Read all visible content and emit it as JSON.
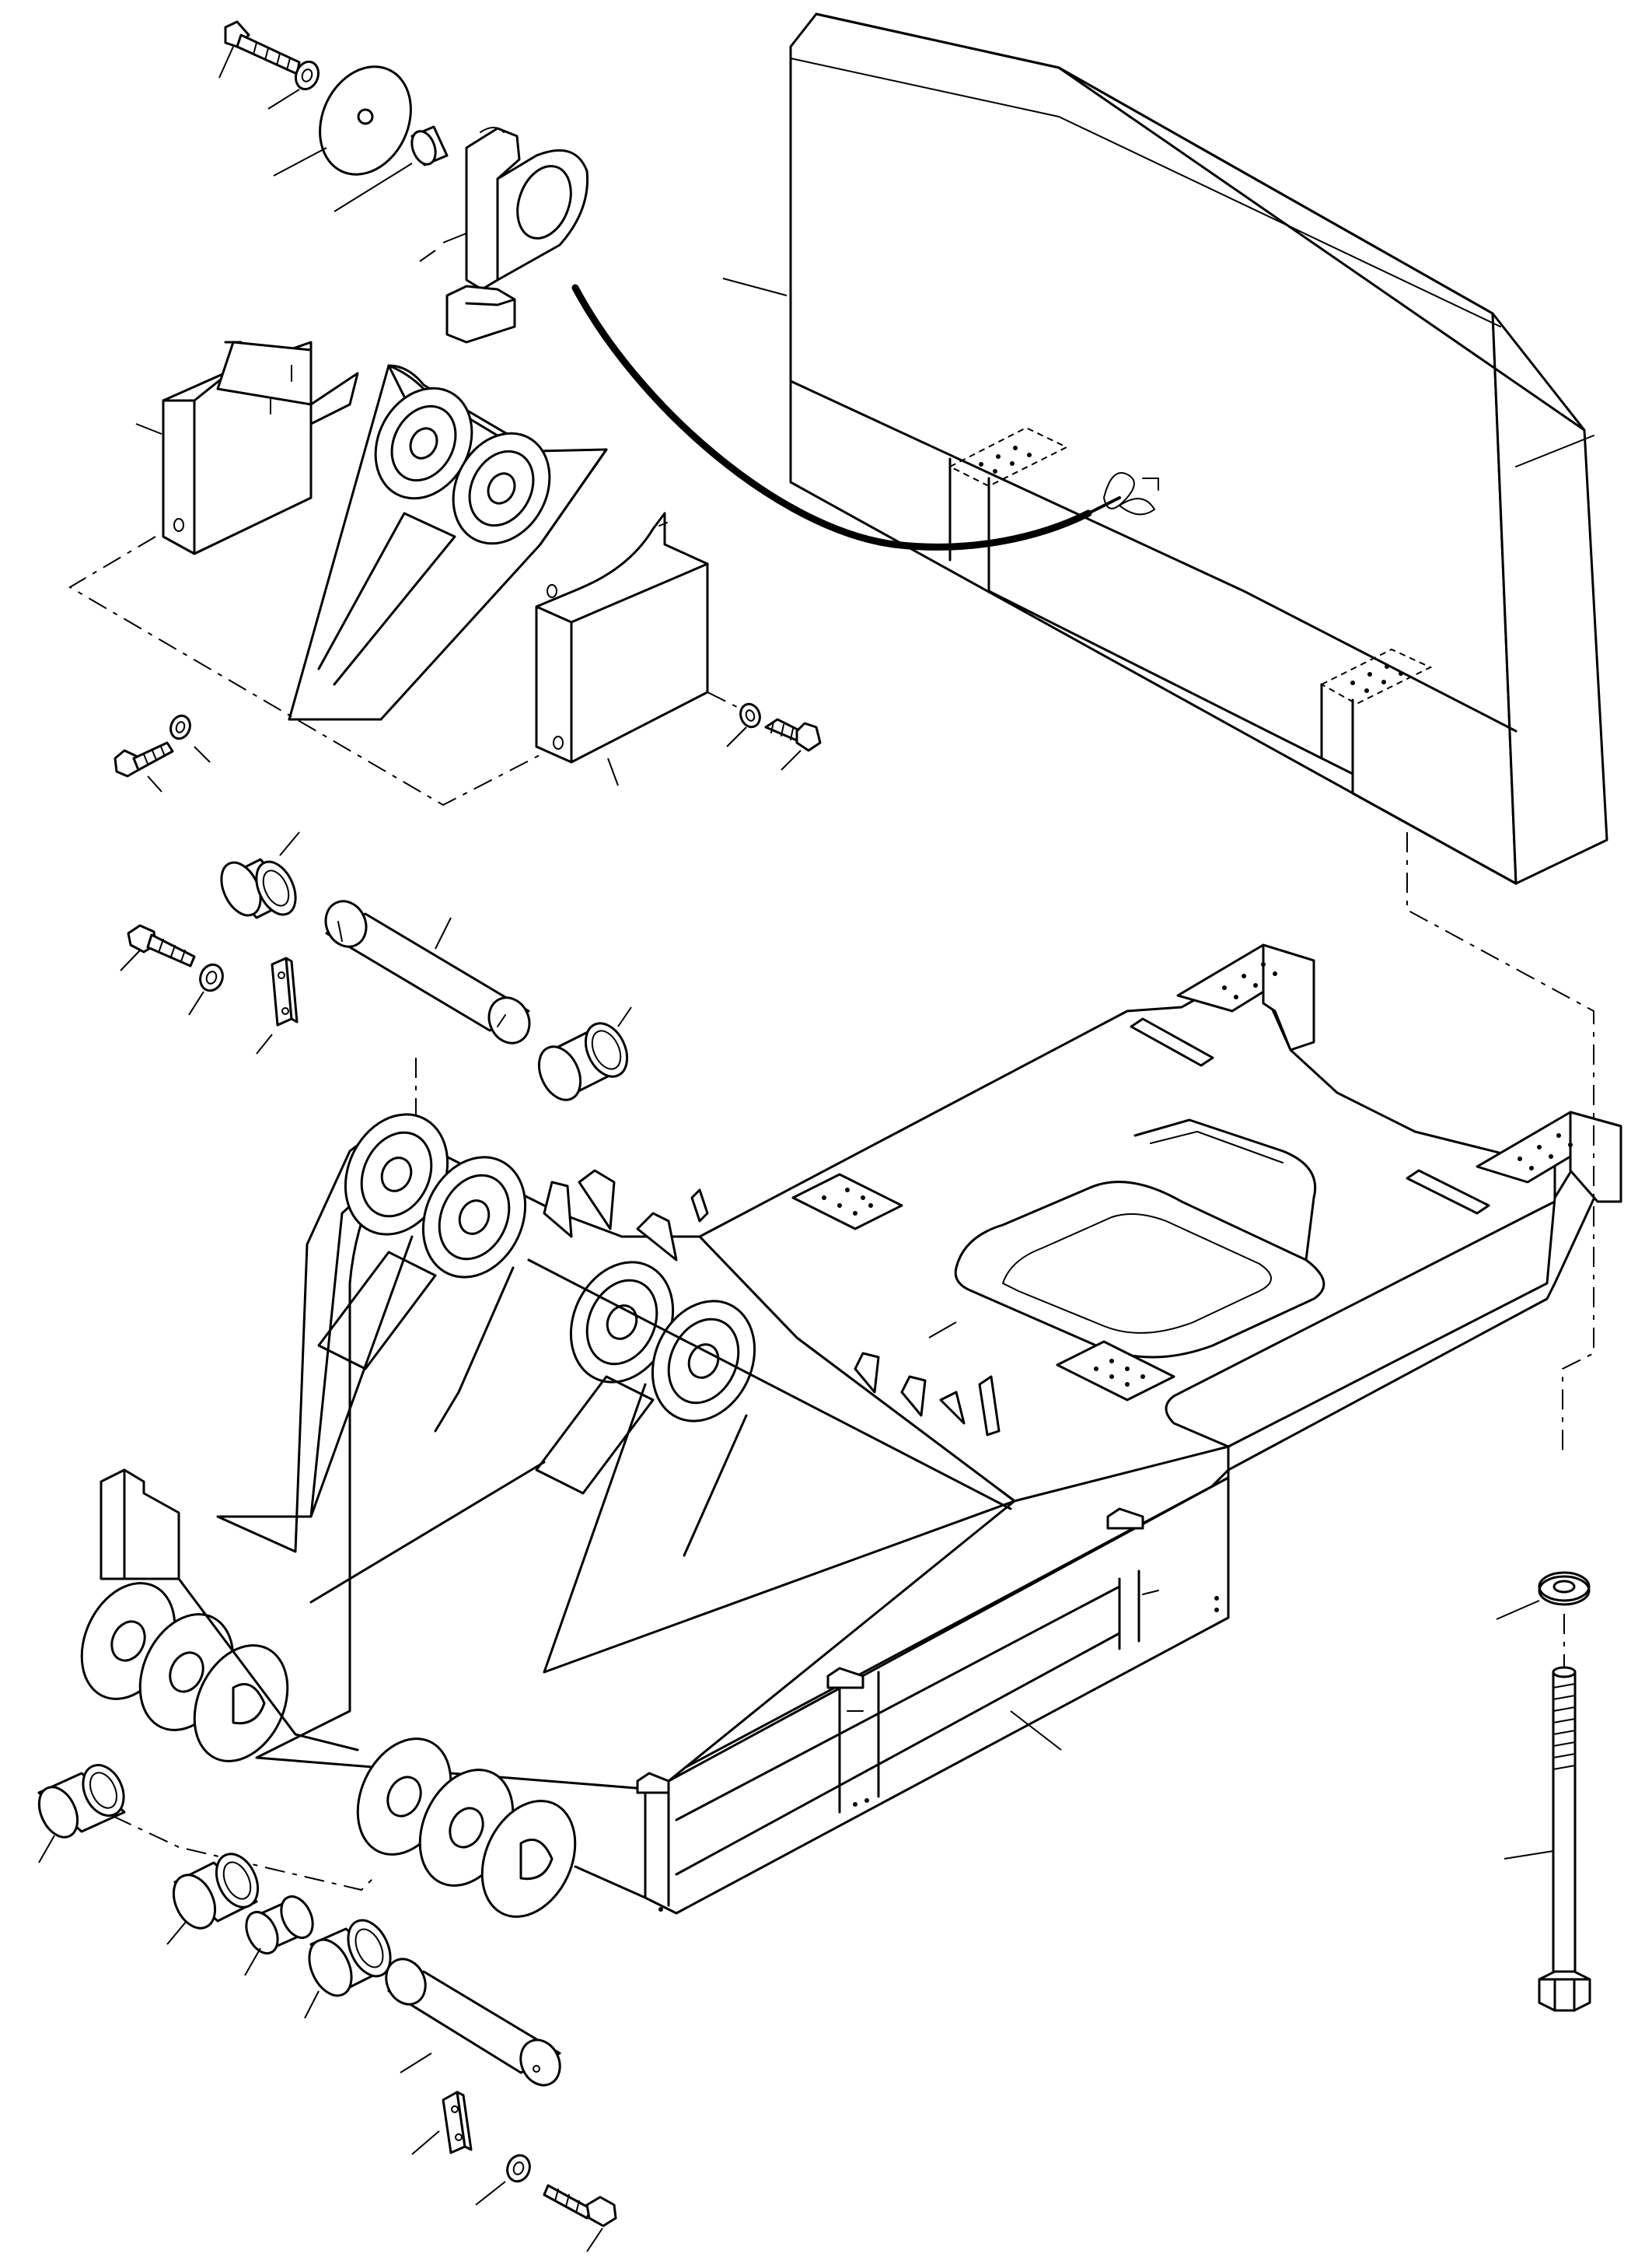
{
  "diagram": {
    "type": "exploded-parts-view",
    "labels": [],
    "parts": [
      "counterweight",
      "lifting-eye",
      "counterweight-hitch-bracket",
      "cover-plate-left",
      "cover-plate-right",
      "bushing",
      "pivot-pin",
      "lock-plate",
      "washer",
      "bolt",
      "rear-frame",
      "long-bolt",
      "thick-washer",
      "spacer"
    ]
  }
}
